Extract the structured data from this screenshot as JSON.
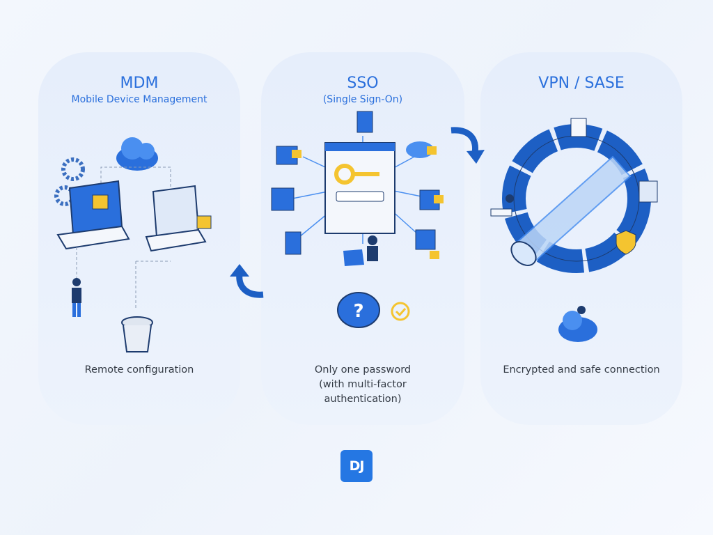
{
  "panels": [
    {
      "title": "MDM",
      "subtitle": "Mobile Device Management",
      "caption": "Remote configuration"
    },
    {
      "title": "SSO",
      "subtitle": "(Single Sign-On)",
      "caption_lines": [
        "Only one password",
        "(with multi-factor",
        "authentication)"
      ]
    },
    {
      "title": "VPN / SASE",
      "caption": "Encrypted and safe connection"
    }
  ],
  "logo": {
    "text": "DJ"
  },
  "colors": {
    "accent": "#2a6fdc",
    "dark_blue": "#1d5fc4",
    "yellow": "#f4c430",
    "panel": "#e6eefb"
  }
}
